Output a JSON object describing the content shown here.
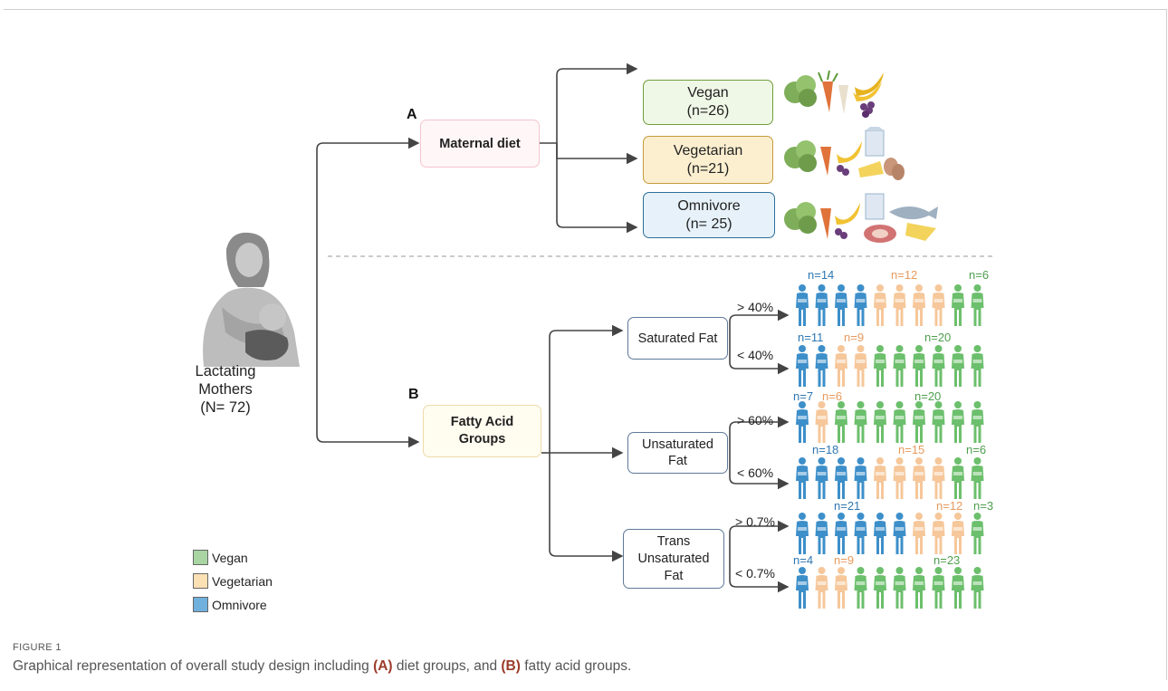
{
  "root": {
    "label_line1": "Lactating Mothers",
    "label_line2": "(N= 72)",
    "icon": "mother-breastfeeding-icon"
  },
  "panel_a": {
    "letter": "A",
    "title": "Maternal diet",
    "groups": [
      {
        "line1": "Vegan",
        "line2": "(n=26)",
        "icon": "fruit-vegetables-icon"
      },
      {
        "line1": "Vegetarian",
        "line2": "(n=21)",
        "icon": "vegetables-dairy-eggs-icon"
      },
      {
        "line1": "Omnivore",
        "line2": "(n= 25)",
        "icon": "vegetables-dairy-meat-fish-icon"
      }
    ]
  },
  "panel_b": {
    "letter": "B",
    "title_line1": "Fatty Acid",
    "title_line2": "Groups",
    "categories": [
      {
        "line1": "Saturated Fat",
        "line2": "",
        "rows": [
          {
            "threshold": "> 40%",
            "omnivore": 14,
            "vegetarian": 12,
            "vegan": 6,
            "labels": {
              "omnivore": "n=14",
              "vegetarian": "n=12",
              "vegan": "n=6"
            }
          },
          {
            "threshold": "< 40%",
            "omnivore": 11,
            "vegetarian": 9,
            "vegan": 20,
            "labels": {
              "omnivore": "n=11",
              "vegetarian": "n=9",
              "vegan": "n=20"
            }
          }
        ]
      },
      {
        "line1": "Unsaturated",
        "line2": "Fat",
        "rows": [
          {
            "threshold": "> 60%",
            "omnivore": 7,
            "vegetarian": 6,
            "vegan": 20,
            "labels": {
              "omnivore": "n=7",
              "vegetarian": "n=6",
              "vegan": "n=20"
            }
          },
          {
            "threshold": "< 60%",
            "omnivore": 18,
            "vegetarian": 15,
            "vegan": 6,
            "labels": {
              "omnivore": "n=18",
              "vegetarian": "n=15",
              "vegan": "n=6"
            }
          }
        ]
      },
      {
        "line1": "Trans",
        "line2": "Unsaturated",
        "line3": "Fat",
        "rows": [
          {
            "threshold": "> 0.7%",
            "omnivore": 21,
            "vegetarian": 12,
            "vegan": 3,
            "labels": {
              "omnivore": "n=21",
              "vegetarian": "n=12",
              "vegan": "n=3"
            }
          },
          {
            "threshold": "< 0.7%",
            "omnivore": 4,
            "vegetarian": 9,
            "vegan": 23,
            "labels": {
              "omnivore": "n=4",
              "vegetarian": "n=9",
              "vegan": "n=23"
            }
          }
        ]
      }
    ],
    "icon_strip": [
      [
        "O",
        "O",
        "O",
        "O",
        "V",
        "V",
        "V",
        "V",
        "G",
        "G"
      ],
      [
        "O",
        "O",
        "V",
        "V",
        "G",
        "G",
        "G",
        "G",
        "G",
        "G"
      ],
      [
        "O",
        "V",
        "G",
        "G",
        "G",
        "G",
        "G",
        "G",
        "G",
        "G"
      ],
      [
        "O",
        "O",
        "O",
        "O",
        "V",
        "V",
        "V",
        "V",
        "G",
        "G"
      ],
      [
        "O",
        "O",
        "O",
        "O",
        "O",
        "O",
        "V",
        "V",
        "V",
        "G"
      ],
      [
        "O",
        "V",
        "V",
        "G",
        "G",
        "G",
        "G",
        "G",
        "G",
        "G"
      ]
    ]
  },
  "legend": [
    {
      "label": "Vegan",
      "color": "#a8d5a2"
    },
    {
      "label": "Vegetarian",
      "color": "#fbe0b4"
    },
    {
      "label": "Omnivore",
      "color": "#6fb0dd"
    }
  ],
  "colors": {
    "omnivore": "#3d8fc9",
    "omnivore_label": "#2e77b3",
    "vegetarian": "#f6c79a",
    "vegetarian_label": "#e89a5c",
    "vegan": "#6cbf6c",
    "vegan_label": "#4e9e4e",
    "maternal_border": "#f3c6cf",
    "maternal_fill": "#fff6f8",
    "fatty_border": "#ecdcaa",
    "fatty_fill": "#fffcf0",
    "vegan_box_border": "#6f9e3b",
    "vegan_box_fill": "#eff7e6",
    "vegetarian_box_border": "#c59a3a",
    "vegetarian_box_fill": "#fcefd0",
    "omnivore_box_border": "#2d6e99",
    "omnivore_box_fill": "#e6f1f9",
    "fat_box_border": "#5d7999"
  },
  "caption": {
    "label": "FIGURE 1",
    "part1": "Graphical representation of overall study design including ",
    "a": "(A)",
    "part2": " diet groups, and ",
    "b": "(B)",
    "part3": " fatty acid groups."
  }
}
